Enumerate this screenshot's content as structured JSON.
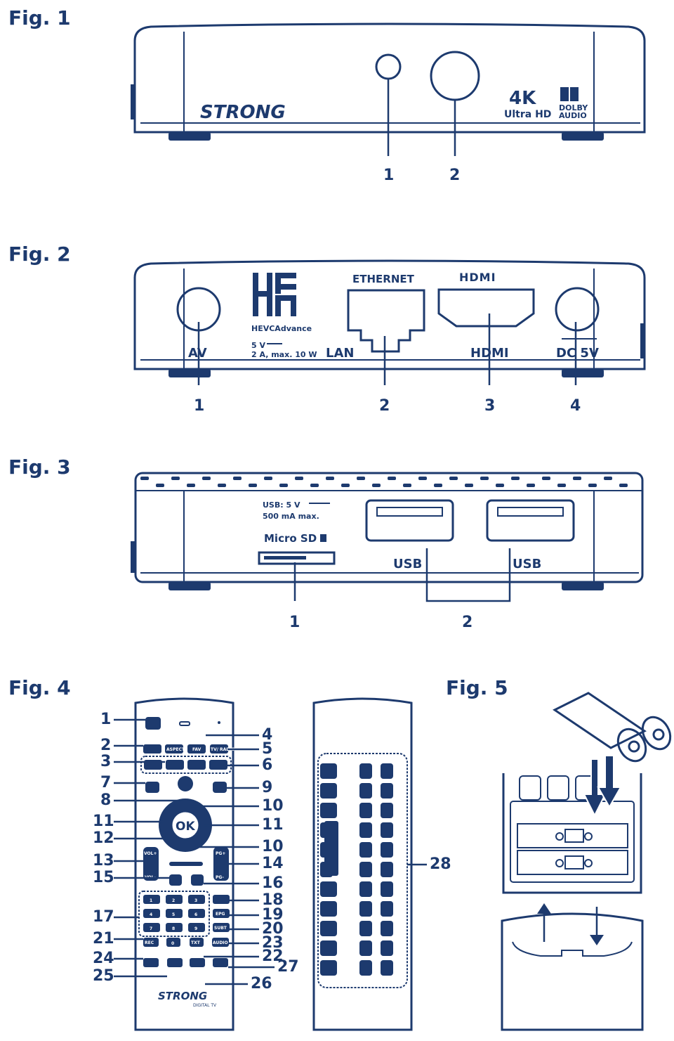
{
  "figures": {
    "fig1": {
      "title": "Fig. 1",
      "brand": "STRONG",
      "badge_4k": "4K",
      "badge_ultra": "Ultra HD",
      "badge_dolby_1": "DOLBY",
      "badge_dolby_2": "AUDIO",
      "callouts": [
        "1",
        "2"
      ]
    },
    "fig2": {
      "title": "Fig. 2",
      "hevc_sub": "HEVCAdvance",
      "power_1": "5 V",
      "power_2": "2 A, max. 10 W",
      "ethernet": "ETHERNET",
      "hdmi_logo": "HDMI",
      "av": "AV",
      "lan": "LAN",
      "hdmi": "HDMI",
      "dc": "DC 5V",
      "callouts": [
        "1",
        "2",
        "3",
        "4"
      ]
    },
    "fig3": {
      "title": "Fig. 3",
      "usb_power_1": "USB: 5 V",
      "usb_power_2": "500 mA max.",
      "microsd": "Micro SD",
      "usb_left": "USB",
      "usb_right": "USB",
      "callouts": [
        "1",
        "2"
      ]
    },
    "fig4": {
      "title": "Fig. 4",
      "ok": "OK",
      "aspect": "ASPECT",
      "fav": "FAV",
      "tvradio": "TV/ RADIO",
      "volp": "VOL+",
      "volm": "VOL-",
      "pgp": "PG+",
      "pgm": "PG-",
      "digits": [
        "1",
        "2",
        "3",
        "4",
        "5",
        "6",
        "7",
        "8",
        "9",
        "0"
      ],
      "epg": "EPG",
      "subt": "SUBT",
      "audio": "AUDIO",
      "txt": "TXT",
      "rec": "REC",
      "brand": "STRONG",
      "brand_sub": "DIGITAL TV",
      "left_callouts": [
        "1",
        "2",
        "3",
        "7",
        "8",
        "11",
        "12",
        "13",
        "15",
        "17",
        "21",
        "24",
        "25"
      ],
      "right_callouts": [
        "4",
        "5",
        "6",
        "9",
        "10",
        "11",
        "10",
        "14",
        "16",
        "18",
        "19",
        "20",
        "23",
        "22",
        "27",
        "26",
        "28"
      ]
    },
    "fig5": {
      "title": "Fig. 5"
    }
  }
}
